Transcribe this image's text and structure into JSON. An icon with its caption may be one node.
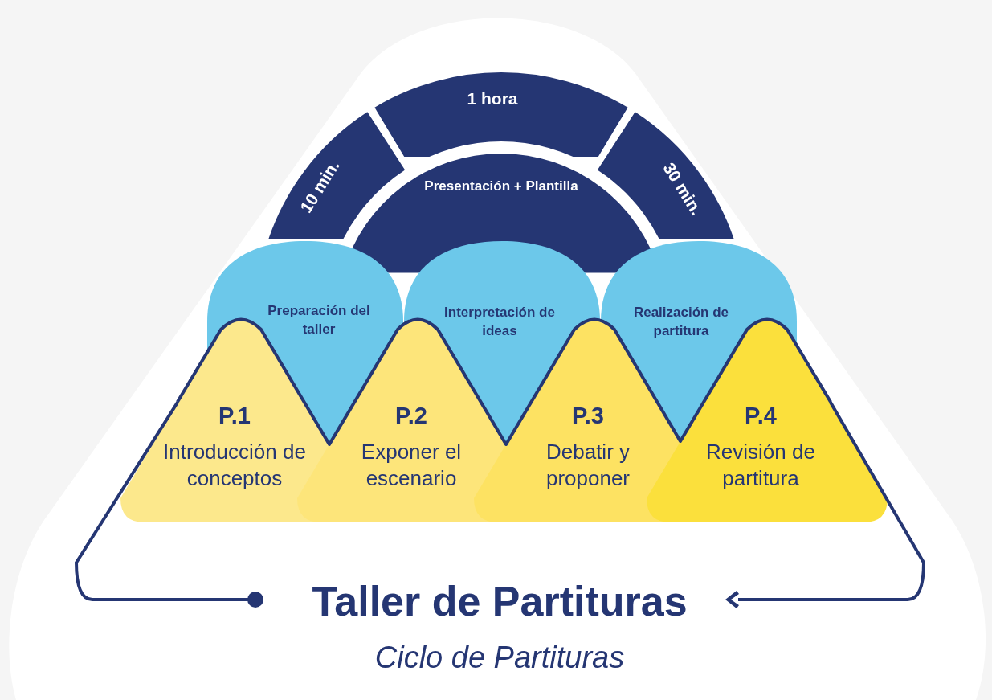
{
  "diagram": {
    "nodes": [
      {
        "text": [
          "10 min."
        ]
      },
      {
        "text": [
          "1 hora"
        ]
      },
      {
        "text": [
          "30 min."
        ]
      },
      {
        "text": [
          "Presentación + Plantilla"
        ]
      },
      {
        "text": [
          "Preparación del taller"
        ]
      },
      {
        "text": [
          "Interpretación de ideas"
        ]
      },
      {
        "text": [
          "Realización de partitura"
        ]
      },
      {
        "text": [
          "P.1",
          "Introducción de conceptos"
        ]
      },
      {
        "text": [
          "P.2",
          "Exponer el escenario"
        ]
      },
      {
        "text": [
          "P.3",
          "Debatir y proponer"
        ]
      },
      {
        "text": [
          "P.4",
          "Revisión de partitura"
        ]
      },
      {
        "text": [
          "Taller de Partituras",
          "Ciclo de Partituras"
        ]
      }
    ],
    "edges": [
      {
        "from": 11,
        "to": 7,
        "arrow": "other"
      },
      {
        "from": 10,
        "to": 11,
        "arrow": "to"
      }
    ]
  }
}
